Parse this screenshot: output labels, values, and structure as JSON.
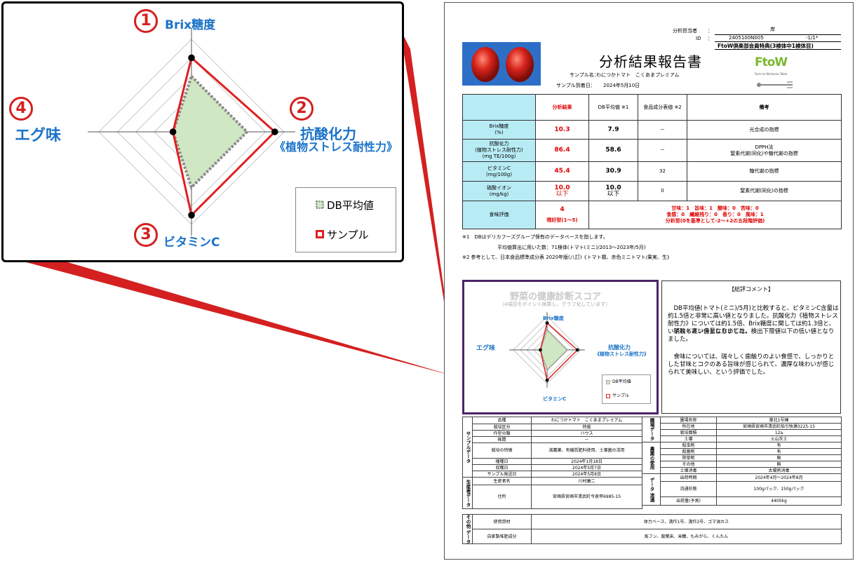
{
  "zoom": {
    "axes": [
      {
        "num": "1",
        "label": "Brix糖度"
      },
      {
        "num": "2",
        "label": "抗酸化力",
        "label2": "《植物ストレス耐性力》"
      },
      {
        "num": "3",
        "label": "ビタミンC"
      },
      {
        "num": "4",
        "label": "エグ味"
      }
    ],
    "legend": {
      "db": "DB平均値",
      "sample": "サンプル"
    }
  },
  "chart_data": {
    "type": "radar",
    "categories": [
      "Brix糖度",
      "抗酸化力《植物ストレス耐性力》",
      "ビタミンC",
      "エグ味"
    ],
    "series": [
      {
        "name": "DB平均値",
        "values": [
          3,
          3,
          3,
          1
        ]
      },
      {
        "name": "サンプル",
        "values": [
          4,
          4.5,
          4.5,
          1
        ]
      }
    ],
    "max": 5,
    "colors": {
      "db": "#8a8a8a",
      "db_fill": "#cfe7c2",
      "sample": "#e02020"
    }
  },
  "header": {
    "analyst_label": "分析担当者",
    "analyst_sep": "：",
    "analyst": "岸",
    "id_label": "ID",
    "id_sep": "：",
    "id_value": "2405100N005",
    "id_suffix": "-1/1*",
    "plan": "FtoW倶楽部会員特典(3検体中1検体目)",
    "title": "分析結果報告書",
    "sample_name_label": "サンプル名：",
    "sample_name": "わにつかトマト　こくあまプレミアム",
    "arrival_label": "サンプル到着日：",
    "arrival_date": "2024年5月10日",
    "logo_text": "FtoW",
    "logo_sub": "Farm to Welcome Table"
  },
  "results": {
    "headers": [
      "分析結果",
      "DB平均値 ※1",
      "食品成分表値 ※2",
      "備考"
    ],
    "rows": [
      {
        "name": "Brix糖度",
        "unit": "(%)",
        "result": "10.3",
        "db": "7.9",
        "food": "－",
        "note": "光合成の指標"
      },
      {
        "name": "抗酸化力",
        "name2": "(植物ストレス耐性力)",
        "unit": "(mg TE/100g)",
        "result": "86.4",
        "db": "58.6",
        "food": "－",
        "note": "DPPH法",
        "note2": "窒素代謝(同化)や糖代謝の指標"
      },
      {
        "name": "ビタミンC",
        "unit": "(mg/100g)",
        "result": "45.4",
        "db": "30.9",
        "food": "32",
        "note": "糖代謝の指標"
      },
      {
        "name": "硝酸イオン",
        "unit": "(mg/kg)",
        "result": "10.0",
        "result2": "以下",
        "db": "10.0",
        "db2": "以下",
        "food": "0",
        "note": "窒素代謝(同化)の指標"
      }
    ],
    "taste": {
      "label": "食味評価",
      "score": "4",
      "score_type": "晴好型(1～5)",
      "line1": "甘味：1　旨味：1　酸味：0　苦味：0",
      "line2": "食感：0　繊維残り：0　香り：0　風味：1",
      "line3": "分析型(0を基準として-2～+2の五段階評価)"
    }
  },
  "notes": {
    "n1": "※1　DBはデリカフーズグループ保有のデータベースを指します。",
    "n1b": "平均値算出に用いた数：71検体(トマト(ミニ)/2013～2023年/5月)",
    "n2": "※2 参考として、日本食品標準成分表 2020年版(八訂)《トマト類、赤色ミニトマト/果実、生》"
  },
  "score_box": {
    "title": "野菜の健康診断スコア",
    "subtitle": "（4項目をポイント換算し、グラフ化しています）",
    "axis_top": "Brix糖度",
    "axis_right": "抗酸化力",
    "axis_right2": "《植物ストレス耐性力》",
    "axis_bottom": "ビタミンC",
    "axis_left": "エグ味",
    "legend_db": "DB平均値",
    "legend_sample": "サンプル"
  },
  "comment": {
    "title": "【総評コメント】",
    "p1": "DB平均値(トマト(ミニ)/5月)と比較すると、ビタミンC含量は約1.5倍と非常に高い値となりました。抗酸化力《植物ストレス耐性力》については約1.5倍、Brix糖度に関しては約1.3倍と、いずれも高い値となりました。",
    "p2": "硝酸イオン含量においては、検出下限値以下の低い値となりました。",
    "p3": "食味については、瑞々しく歯触りのよい食感で、しっかりとした甘味とコクのある旨味が感じられて、濃厚な味わいが感じられて美味しい、という評価でした。"
  },
  "sample_data": {
    "cat": "サンプルデータ",
    "rows": [
      [
        "品種",
        "わにつかトマト　こくあまプレミアム"
      ],
      [
        "栽培区分",
        "特栽"
      ],
      [
        "作型分類",
        "ハウス"
      ],
      [
        "株間",
        "－"
      ],
      [
        "栽培の特徴",
        "減農薬、有機質肥料使用、土壌菌の活用"
      ],
      [
        "播種日",
        "2024年1月18日"
      ],
      [
        "収穫日",
        "2024年5月7日"
      ],
      [
        "サンプル発送日",
        "2024年5月8日"
      ]
    ],
    "producer_cat": "生産者データ",
    "producer": [
      [
        "生産者名",
        "川村康二"
      ],
      [
        "住所",
        "宮崎県宮崎市清武町今泉甲6985-15"
      ]
    ],
    "field_cat": "圃場データ",
    "field": [
      [
        "圃場名称",
        "巣北1号棟"
      ],
      [
        "所在地",
        "宮崎県宮崎市清武町船引牧瀬3225-15"
      ],
      [
        "栽培面積",
        "12a"
      ],
      [
        "土壌",
        "火山灰土"
      ]
    ],
    "pest_cat": "農薬の使用",
    "pest": [
      [
        "殺虫剤",
        "有"
      ],
      [
        "殺菌剤",
        "有"
      ],
      [
        "除草剤",
        "無"
      ],
      [
        "その他",
        "無"
      ],
      [
        "土壌消毒",
        "太陽熱消毒"
      ]
    ],
    "dist_cat": "データ 流通",
    "dist": [
      [
        "出荷時期",
        "2024年4月～2024年8月"
      ],
      [
        "流通形態",
        "100gパック、150gパック"
      ],
      [
        "出荷量(予測)",
        "4400kg"
      ]
    ],
    "other_cat": "その他 データ",
    "other": [
      [
        "使用資材",
        "体力ベース、満作1号、満作2号、ゴマ油カス"
      ],
      [
        "自家製堆肥成分",
        "馬フン、腐葉床、米糠、もみがら、くんたん"
      ]
    ]
  }
}
